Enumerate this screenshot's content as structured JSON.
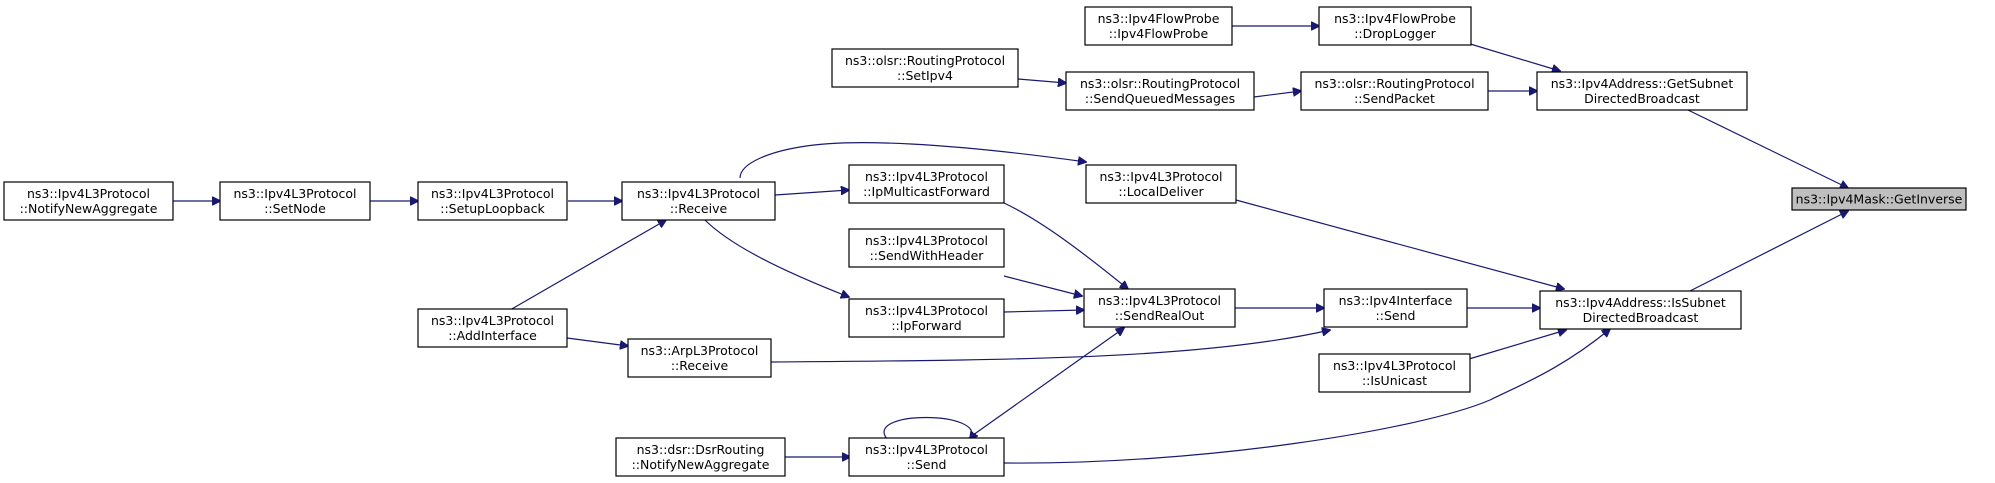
{
  "graph": {
    "nodes": {
      "GetInverse": {
        "lines": [
          "ns3::Ipv4Mask::GetInverse"
        ],
        "highlight": true
      },
      "GetSubnetDB": {
        "lines": [
          "ns3::Ipv4Address::GetSubnet",
          "DirectedBroadcast"
        ]
      },
      "IsSubnetDB": {
        "lines": [
          "ns3::Ipv4Address::IsSubnet",
          "DirectedBroadcast"
        ]
      },
      "DropLogger": {
        "lines": [
          "ns3::Ipv4FlowProbe",
          "::DropLogger"
        ]
      },
      "Ipv4FlowProbe": {
        "lines": [
          "ns3::Ipv4FlowProbe",
          "::Ipv4FlowProbe"
        ]
      },
      "OlsrSendPacket": {
        "lines": [
          "ns3::olsr::RoutingProtocol",
          "::SendPacket"
        ]
      },
      "OlsrSendQueued": {
        "lines": [
          "ns3::olsr::RoutingProtocol",
          "::SendQueuedMessages"
        ]
      },
      "OlsrSetIpv4": {
        "lines": [
          "ns3::olsr::RoutingProtocol",
          "::SetIpv4"
        ]
      },
      "LocalDeliver": {
        "lines": [
          "ns3::Ipv4L3Protocol",
          "::LocalDeliver"
        ]
      },
      "Receive": {
        "lines": [
          "ns3::Ipv4L3Protocol",
          "::Receive"
        ]
      },
      "SetupLoopback": {
        "lines": [
          "ns3::Ipv4L3Protocol",
          "::SetupLoopback"
        ]
      },
      "SetNode": {
        "lines": [
          "ns3::Ipv4L3Protocol",
          "::SetNode"
        ]
      },
      "NotifyNewAgg": {
        "lines": [
          "ns3::Ipv4L3Protocol",
          "::NotifyNewAggregate"
        ]
      },
      "AddInterface": {
        "lines": [
          "ns3::Ipv4L3Protocol",
          "::AddInterface"
        ]
      },
      "IfaceSend": {
        "lines": [
          "ns3::Ipv4Interface",
          "::Send"
        ]
      },
      "SendRealOut": {
        "lines": [
          "ns3::Ipv4L3Protocol",
          "::SendRealOut"
        ]
      },
      "IpMulticastForward": {
        "lines": [
          "ns3::Ipv4L3Protocol",
          "::IpMulticastForward"
        ]
      },
      "SendWithHeader": {
        "lines": [
          "ns3::Ipv4L3Protocol",
          "::SendWithHeader"
        ]
      },
      "IpForward": {
        "lines": [
          "ns3::Ipv4L3Protocol",
          "::IpForward"
        ]
      },
      "Send": {
        "lines": [
          "ns3::Ipv4L3Protocol",
          "::Send"
        ]
      },
      "DsrNotify": {
        "lines": [
          "ns3::dsr::DsrRouting",
          "::NotifyNewAggregate"
        ]
      },
      "ArpReceive": {
        "lines": [
          "ns3::ArpL3Protocol",
          "::Receive"
        ]
      },
      "IsUnicast": {
        "lines": [
          "ns3::Ipv4L3Protocol",
          "::IsUnicast"
        ]
      }
    }
  }
}
